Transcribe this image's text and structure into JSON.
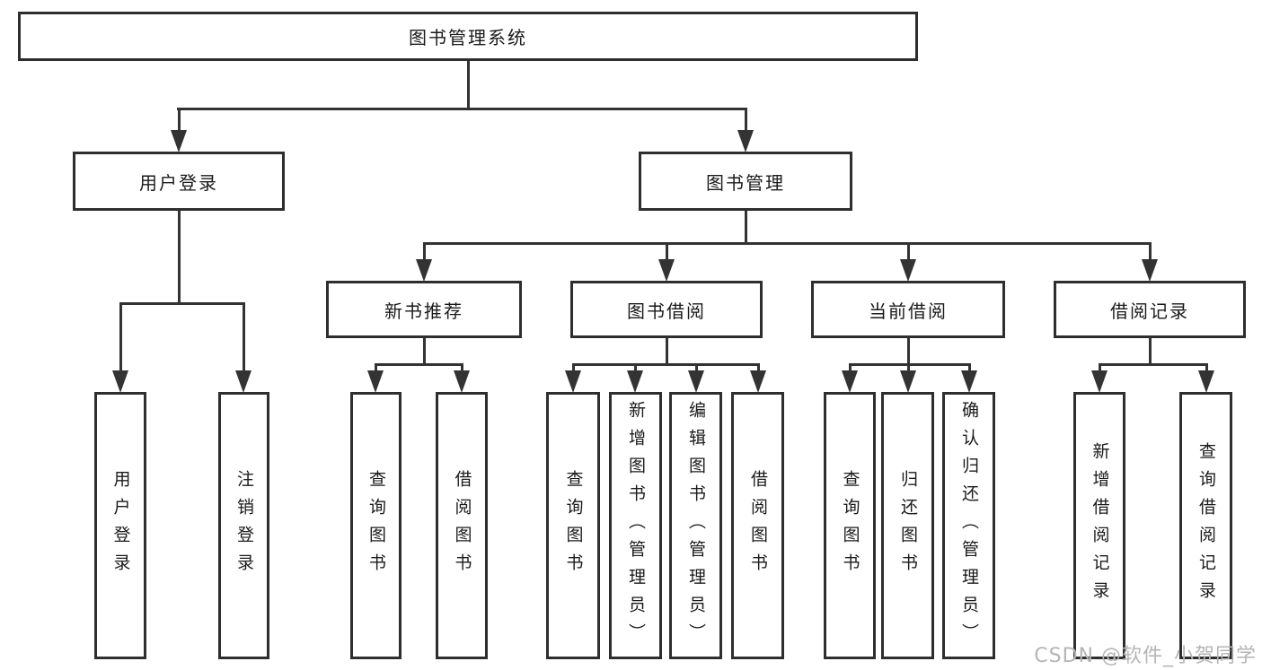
{
  "diagram": {
    "root_label": "图书管理系统",
    "level2": {
      "user_login": "用户登录",
      "book_management": "图书管理"
    },
    "level3": {
      "new_book": "新书推荐",
      "borrow": "图书借阅",
      "current": "当前借阅",
      "records": "借阅记录"
    },
    "leaves": {
      "user_login": [
        "用户登录",
        "注销登录"
      ],
      "new_book": [
        "查询图书",
        "借阅图书"
      ],
      "borrow": [
        "查询图书",
        "新增图书（管理员）",
        "编辑图书（管理员）",
        "借阅图书"
      ],
      "current": [
        "查询图书",
        "归还图书",
        "确认归还（管理员）"
      ],
      "records": [
        "新增借阅记录",
        "查询借阅记录"
      ]
    }
  },
  "watermark": {
    "text": "CSDN @软件_小贺同学"
  },
  "colors": {
    "line": "#333333",
    "border": "#2e2e2e",
    "text": "#1a1a1a",
    "watermark": "#b5b5b5",
    "background": "#ffffff"
  }
}
